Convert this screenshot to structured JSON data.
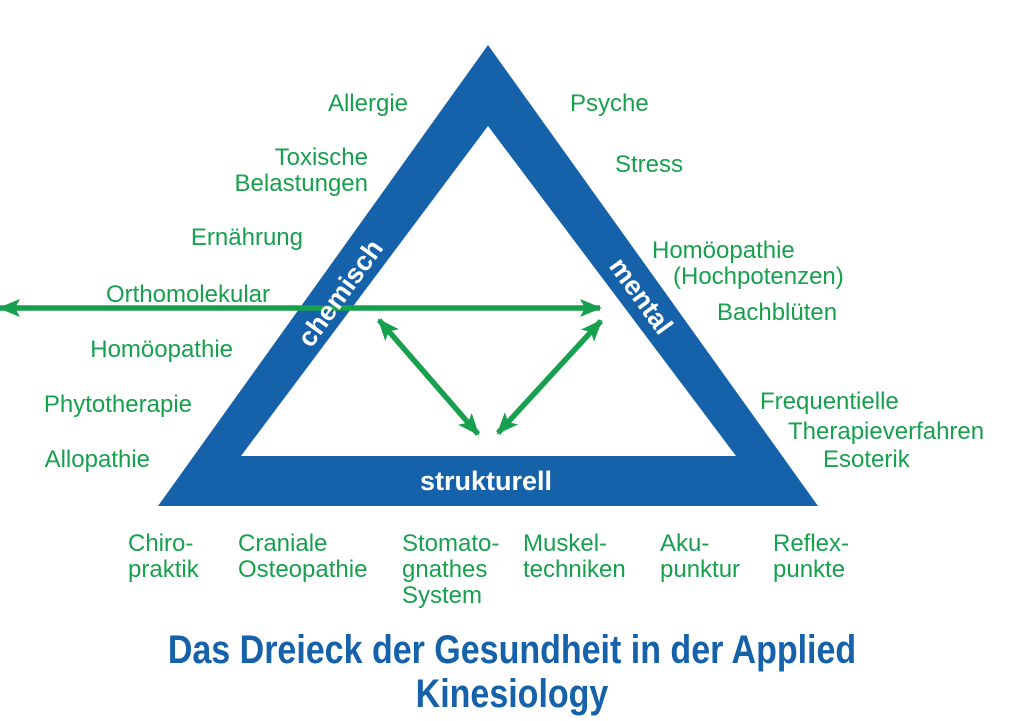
{
  "title": "Das Dreieck der Gesundheit in der Applied Kinesiology",
  "colors": {
    "blue": "#1562ab",
    "green": "#17a04d",
    "white": "#ffffff"
  },
  "triangle": {
    "left_side": "chemisch",
    "right_side": "mental",
    "bottom_side": "strukturell"
  },
  "left_labels": {
    "allergie": "Allergie",
    "toxische": "Toxische\nBelastungen",
    "ernaehrung": "Ernährung",
    "orthomolekular": "Orthomolekular",
    "homoeopathie": "Homöopathie",
    "phytotherapie": "Phytotherapie",
    "allopathie": "Allopathie"
  },
  "right_labels": {
    "psyche": "Psyche",
    "stress": "Stress",
    "homoeopathie_line1": "Homöopathie",
    "homoeopathie_line2": "(Hochpotenzen)",
    "bachblueten": "Bachblüten",
    "frequentielle_line1": "Frequentielle",
    "frequentielle_line2": "Therapieverfahren",
    "esoterik": "Esoterik"
  },
  "bottom_labels": {
    "chiropraktik": "Chiro-\npraktik",
    "craniale": "Craniale\nOsteopathie",
    "stomatognathes": "Stomato-\ngnathes\nSystem",
    "muskeltechniken": "Muskel-\ntechniken",
    "akupunktur": "Aku-\npunktur",
    "reflexpunkte": "Reflex-\npunkte"
  }
}
